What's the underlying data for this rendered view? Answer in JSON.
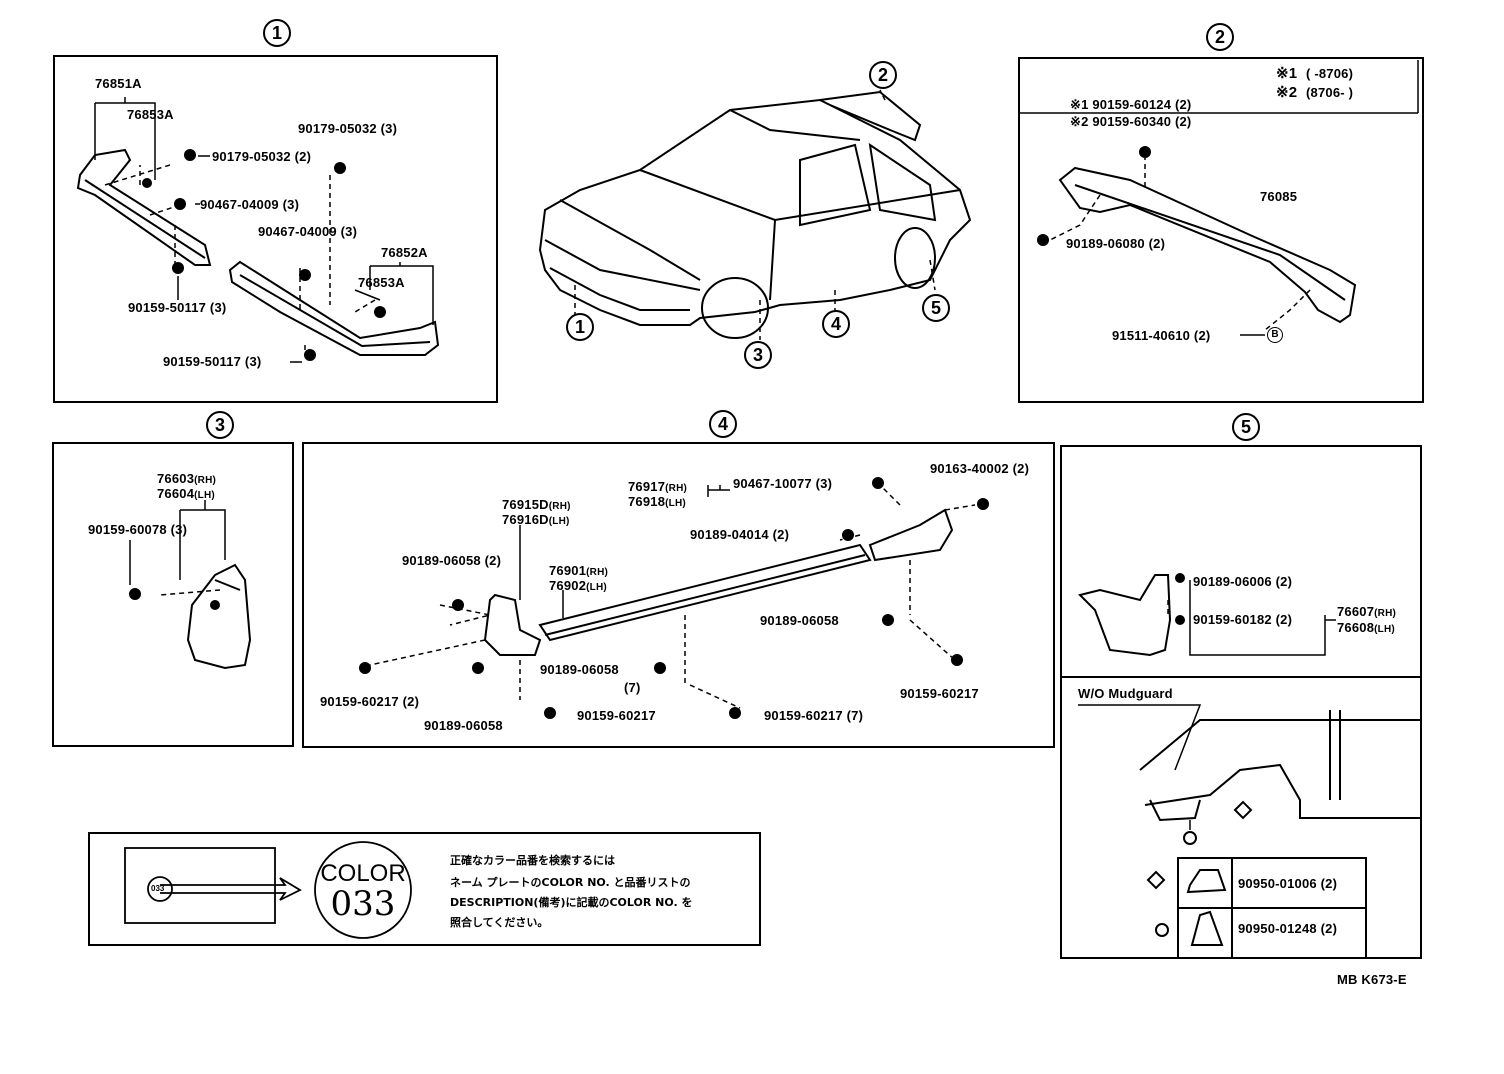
{
  "callouts": {
    "c1": "1",
    "c2": "2",
    "c3": "3",
    "c4": "4",
    "c5": "5"
  },
  "panel1": {
    "title": "1",
    "p76851A": "76851A",
    "p76853A_a": "76853A",
    "p90179a": "90179-05032 (2)",
    "p90179b": "90179-05032 (3)",
    "p90467a": "90467-04009 (3)",
    "p90467b": "90467-04009 (3)",
    "p76852A": "76852A",
    "p76853A_b": "76853A",
    "p90159a": "90159-50117 (3)",
    "p90159b": "90159-50117 (3)"
  },
  "panel2": {
    "title": "2",
    "note1_mark": "※1",
    "note1_range": "(      -8706)",
    "note2_mark": "※2",
    "note2_range": "(8706-       )",
    "n1_part": "※1 90159-60124 (2)",
    "n2_part": "※2 90159-60340 (2)",
    "p76085": "76085",
    "p90189": "90189-06080 (2)",
    "p91511": "91511-40610 (2)",
    "b_mark": "B"
  },
  "panel3": {
    "title": "3",
    "p76603": "76603",
    "rh": "(RH)",
    "p76604": "76604",
    "lh": "(LH)",
    "p90159": "90159-60078 (3)"
  },
  "panel4": {
    "title": "4",
    "p76917": "76917",
    "p76918": "76918",
    "rh": "(RH)",
    "lh": "(LH)",
    "p90467": "90467-10077 (3)",
    "p90163": "90163-40002 (2)",
    "p76915D": "76915D",
    "p76916D": "76916D",
    "p90189_04014": "90189-04014 (2)",
    "p90189_06058a": "90189-06058 (2)",
    "p76901": "76901",
    "p76902": "76902",
    "p90189_06058b": "90189-06058",
    "p90189_06058c": "90189-06058",
    "p90189_06058c_qty": "(7)",
    "p90159_60217a": "90159-60217 (2)",
    "p90189_06058d": "90189-06058",
    "p90159_60217b": "90159-60217",
    "p90159_60217c": "90159-60217 (7)",
    "p90159_60217d": "90159-60217"
  },
  "panel5": {
    "title": "5",
    "p90189_06006": "90189-06006 (2)",
    "p90159_60182": "90159-60182 (2)",
    "p76607": "76607",
    "p76608": "76608",
    "rh": "(RH)",
    "lh": "(LH)",
    "wo": "W/O Mudguard",
    "p90950_01006": "90950-01006 (2)",
    "p90950_01248": "90950-01248 (2)"
  },
  "color_box": {
    "color_word": "COLOR",
    "color_no": "033",
    "jp1": "正確なカラー品番を検索するには",
    "jp2": "ネーム プレートのCOLOR NO. と品番リストの",
    "jp3": "DESCRIPTION(備考)に記載のCOLOR NO. を",
    "jp4": "照合してください。",
    "plate_code": "033"
  },
  "footer": {
    "code": "MB K673-E"
  }
}
